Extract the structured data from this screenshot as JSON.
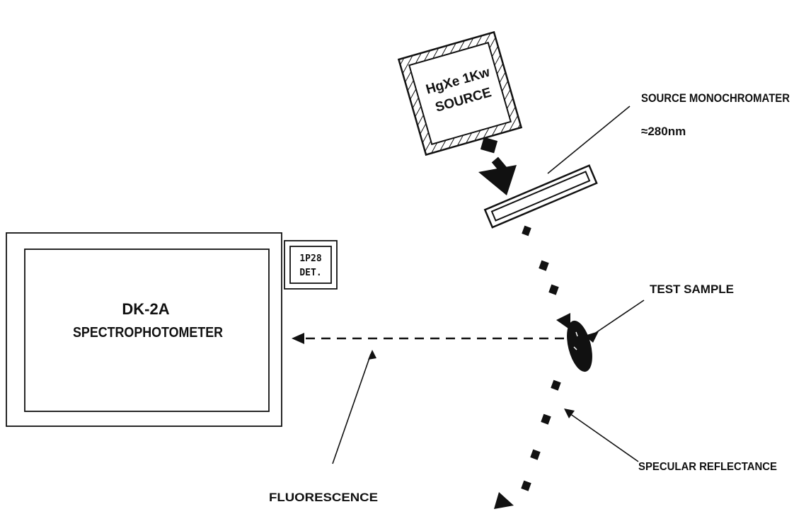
{
  "source": {
    "line1": "HgXe 1Kw",
    "line2": "SOURCE"
  },
  "monochromator": {
    "line1": "SOURCE MONOCHROMATER",
    "line2": "≈280nm"
  },
  "spectrophotometer": {
    "line1": "DK-2A",
    "line2": "SPECTROPHOTOMETER"
  },
  "detector": {
    "line1": "1P28",
    "line2": "DET."
  },
  "labels": {
    "test_sample": "TEST SAMPLE",
    "fluorescence": "FLUORESCENCE",
    "specular_reflectance": "SPECULAR REFLECTANCE"
  },
  "colors": {
    "ink": "#111111",
    "paper": "#ffffff"
  }
}
